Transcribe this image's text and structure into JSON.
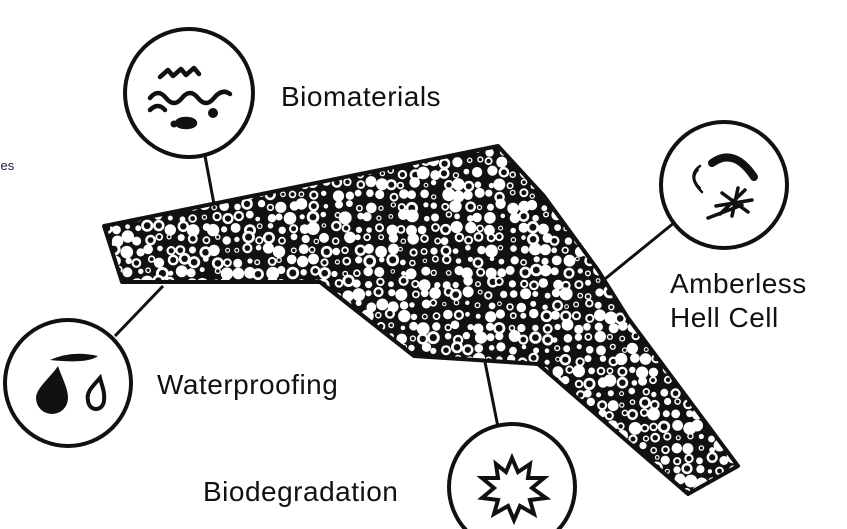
{
  "labels": {
    "biomaterials": "Biomaterials",
    "amberless_line1": "Amberless",
    "amberless_line2": "Hell Cell",
    "waterproofing": "Waterproofing",
    "biodegradation": "Biodegradation"
  },
  "edge_text": {
    "line1": "/",
    "line2": "ces"
  },
  "colors": {
    "ink": "#111111",
    "background": "#ffffff"
  },
  "icons": {
    "biomaterials": "squiggle-microbes-icon",
    "amberless": "cell-fragments-icon",
    "waterproofing": "water-drops-icon",
    "biodegradation": "burst-icon"
  }
}
